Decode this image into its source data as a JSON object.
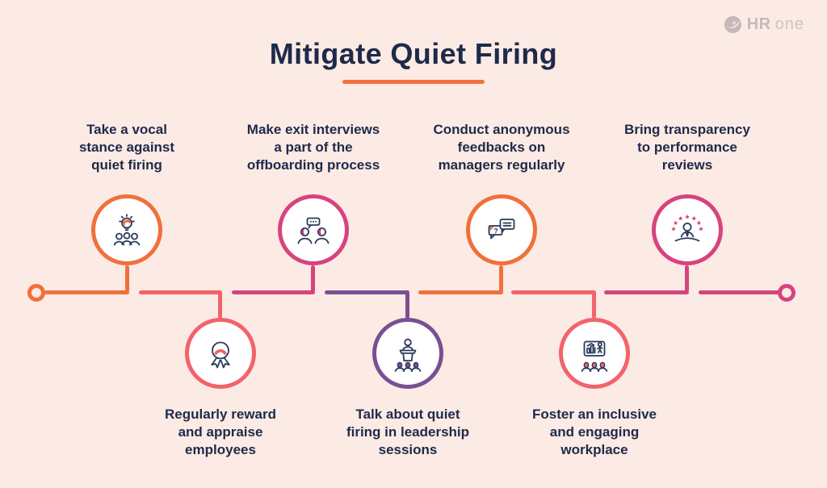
{
  "page": {
    "title": "Mitigate Quiet Firing",
    "background": "#FCEAE4",
    "title_color": "#1E2A4A",
    "text_color": "#1E2A4A",
    "underline_color": "#F4713C",
    "icon_stroke_color": "#2A3A5C"
  },
  "logo": {
    "hr": "HR",
    "one": "one",
    "color": "#C5B9BC"
  },
  "items": [
    {
      "id": "vocal-stance",
      "row": "top",
      "color": "#F0703C",
      "icon": "team-idea-icon",
      "label": "Take a vocal\nstance against\nquiet firing"
    },
    {
      "id": "reward-appraise",
      "row": "bottom",
      "color": "#F2636B",
      "icon": "award-ribbon-icon",
      "label": "Regularly reward\nand appraise\nemployees"
    },
    {
      "id": "exit-interviews",
      "row": "top",
      "color": "#D6437F",
      "icon": "exit-interview-chat-icon",
      "label": "Make exit interviews\na part of the\noffboarding process"
    },
    {
      "id": "leadership-sessions",
      "row": "bottom",
      "color": "#7B4F93",
      "icon": "podium-speaker-icon",
      "label": "Talk about quiet\nfiring in leadership\nsessions"
    },
    {
      "id": "anonymous-feedback",
      "row": "top",
      "color": "#F0703C",
      "icon": "feedback-bubbles-icon",
      "label": "Conduct anonymous\nfeedbacks on\nmanagers regularly"
    },
    {
      "id": "inclusive-workplace",
      "row": "bottom",
      "color": "#F2636B",
      "icon": "presentation-icon",
      "label": "Foster an inclusive\nand engaging\nworkplace"
    },
    {
      "id": "transparent-reviews",
      "row": "top",
      "color": "#D6437F",
      "icon": "person-stars-icon",
      "label": "Bring transparency\nto performance\nreviews"
    }
  ],
  "timeline": {
    "left_endpoint_color": "#F0703C",
    "right_endpoint_color": "#D6437F"
  }
}
